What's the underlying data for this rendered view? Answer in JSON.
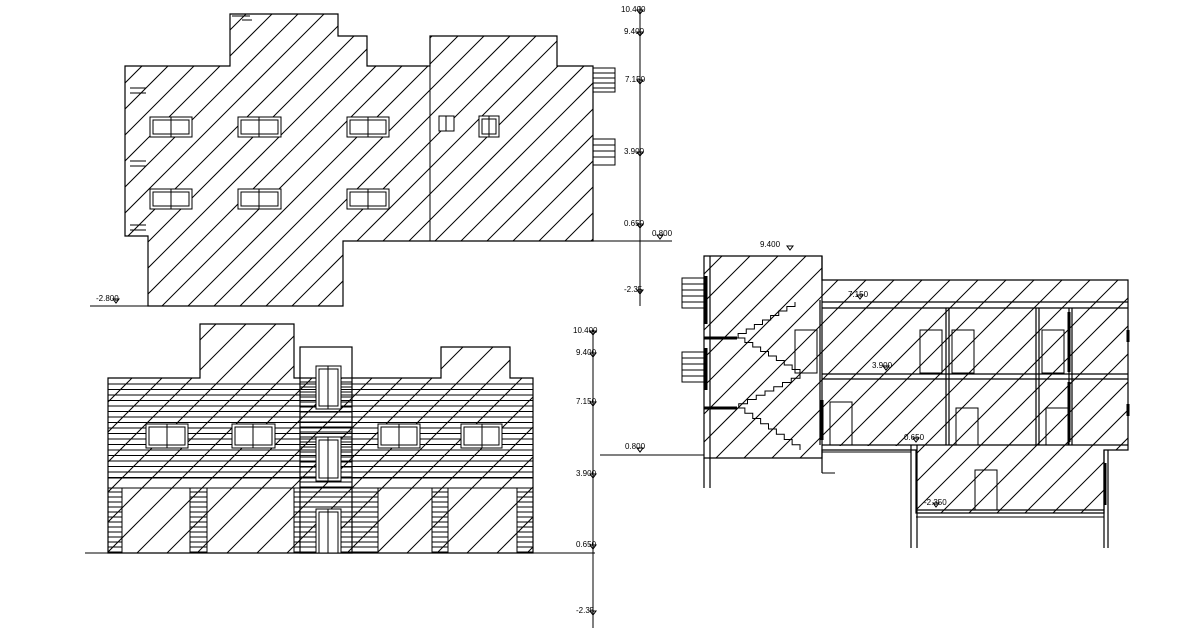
{
  "levels": {
    "rear_elevation": [
      "10.400",
      "9.400",
      "7.150",
      "3.900",
      "0.650",
      "0.800",
      "-2.35",
      "-2.800"
    ],
    "front_elevation": [
      "10.400",
      "9.400",
      "7.150",
      "3.900",
      "0.650",
      "-2.35"
    ],
    "section": [
      "9.400",
      "7.150",
      "3.900",
      "0.650",
      "0.800",
      "-2.350"
    ]
  },
  "colors": {
    "line": "#000000",
    "background": "#ffffff"
  }
}
